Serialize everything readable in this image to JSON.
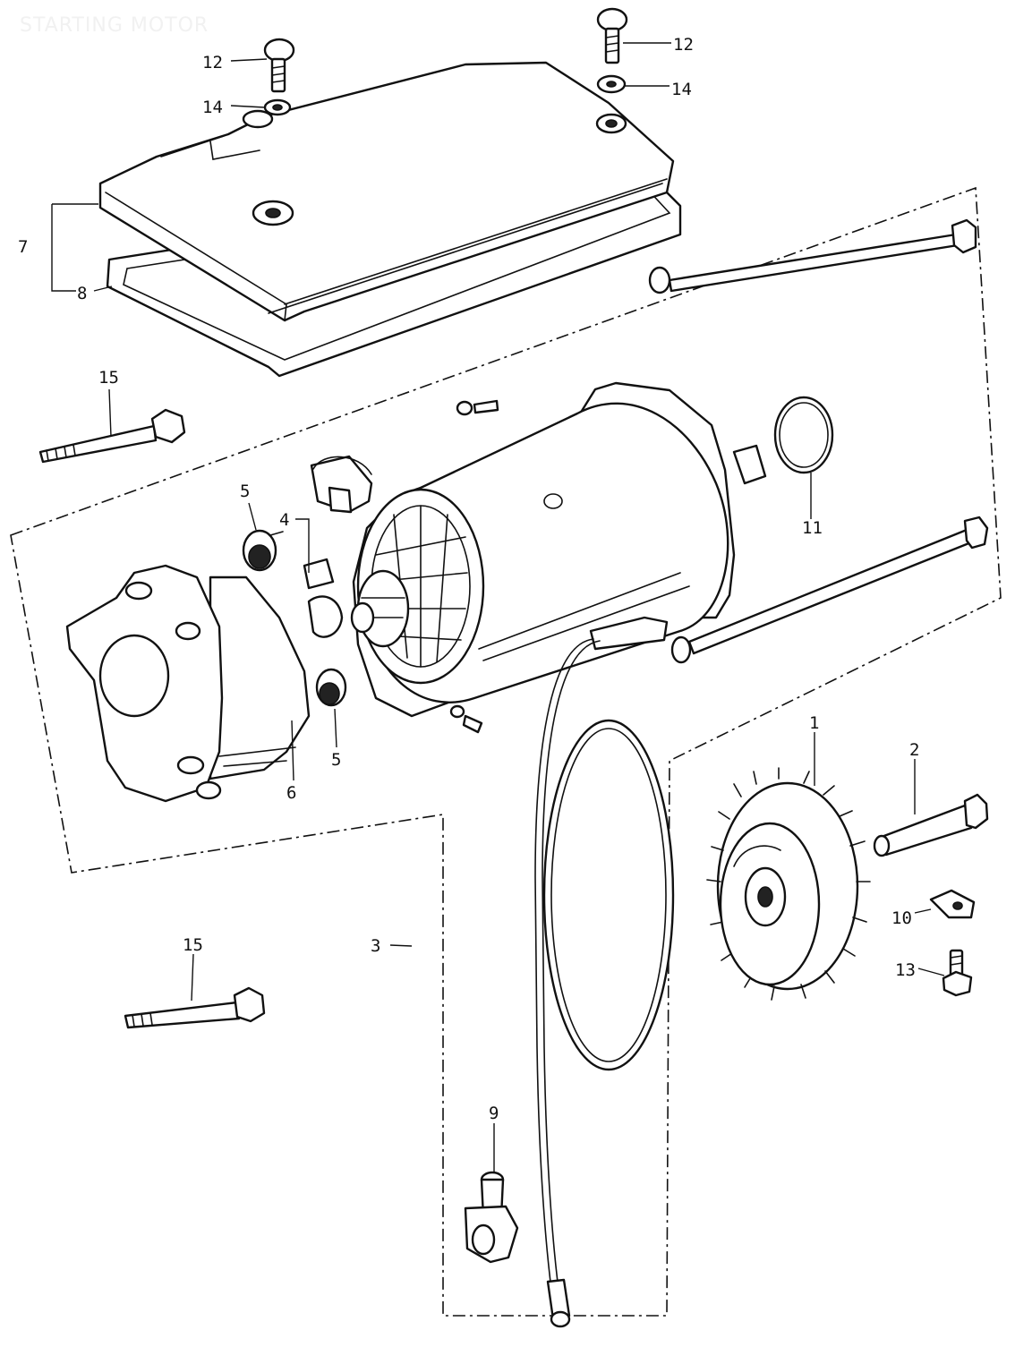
{
  "watermark": "STARTING MOTOR",
  "labels": {
    "p1": "1",
    "p2": "2",
    "p3": "3",
    "p4": "4",
    "p5_top": "5",
    "p5_bottom": "5",
    "p6": "6",
    "p7": "7",
    "p8": "8",
    "p9": "9",
    "p10": "10",
    "p11": "11",
    "p12_left": "12",
    "p12_right": "12",
    "p13": "13",
    "p14_left": "14",
    "p14_right": "14",
    "p15_top": "15",
    "p15_bottom": "15"
  },
  "colors": {
    "ink": "#111111",
    "paper": "#ffffff",
    "watermark": "#f1f1f1"
  }
}
